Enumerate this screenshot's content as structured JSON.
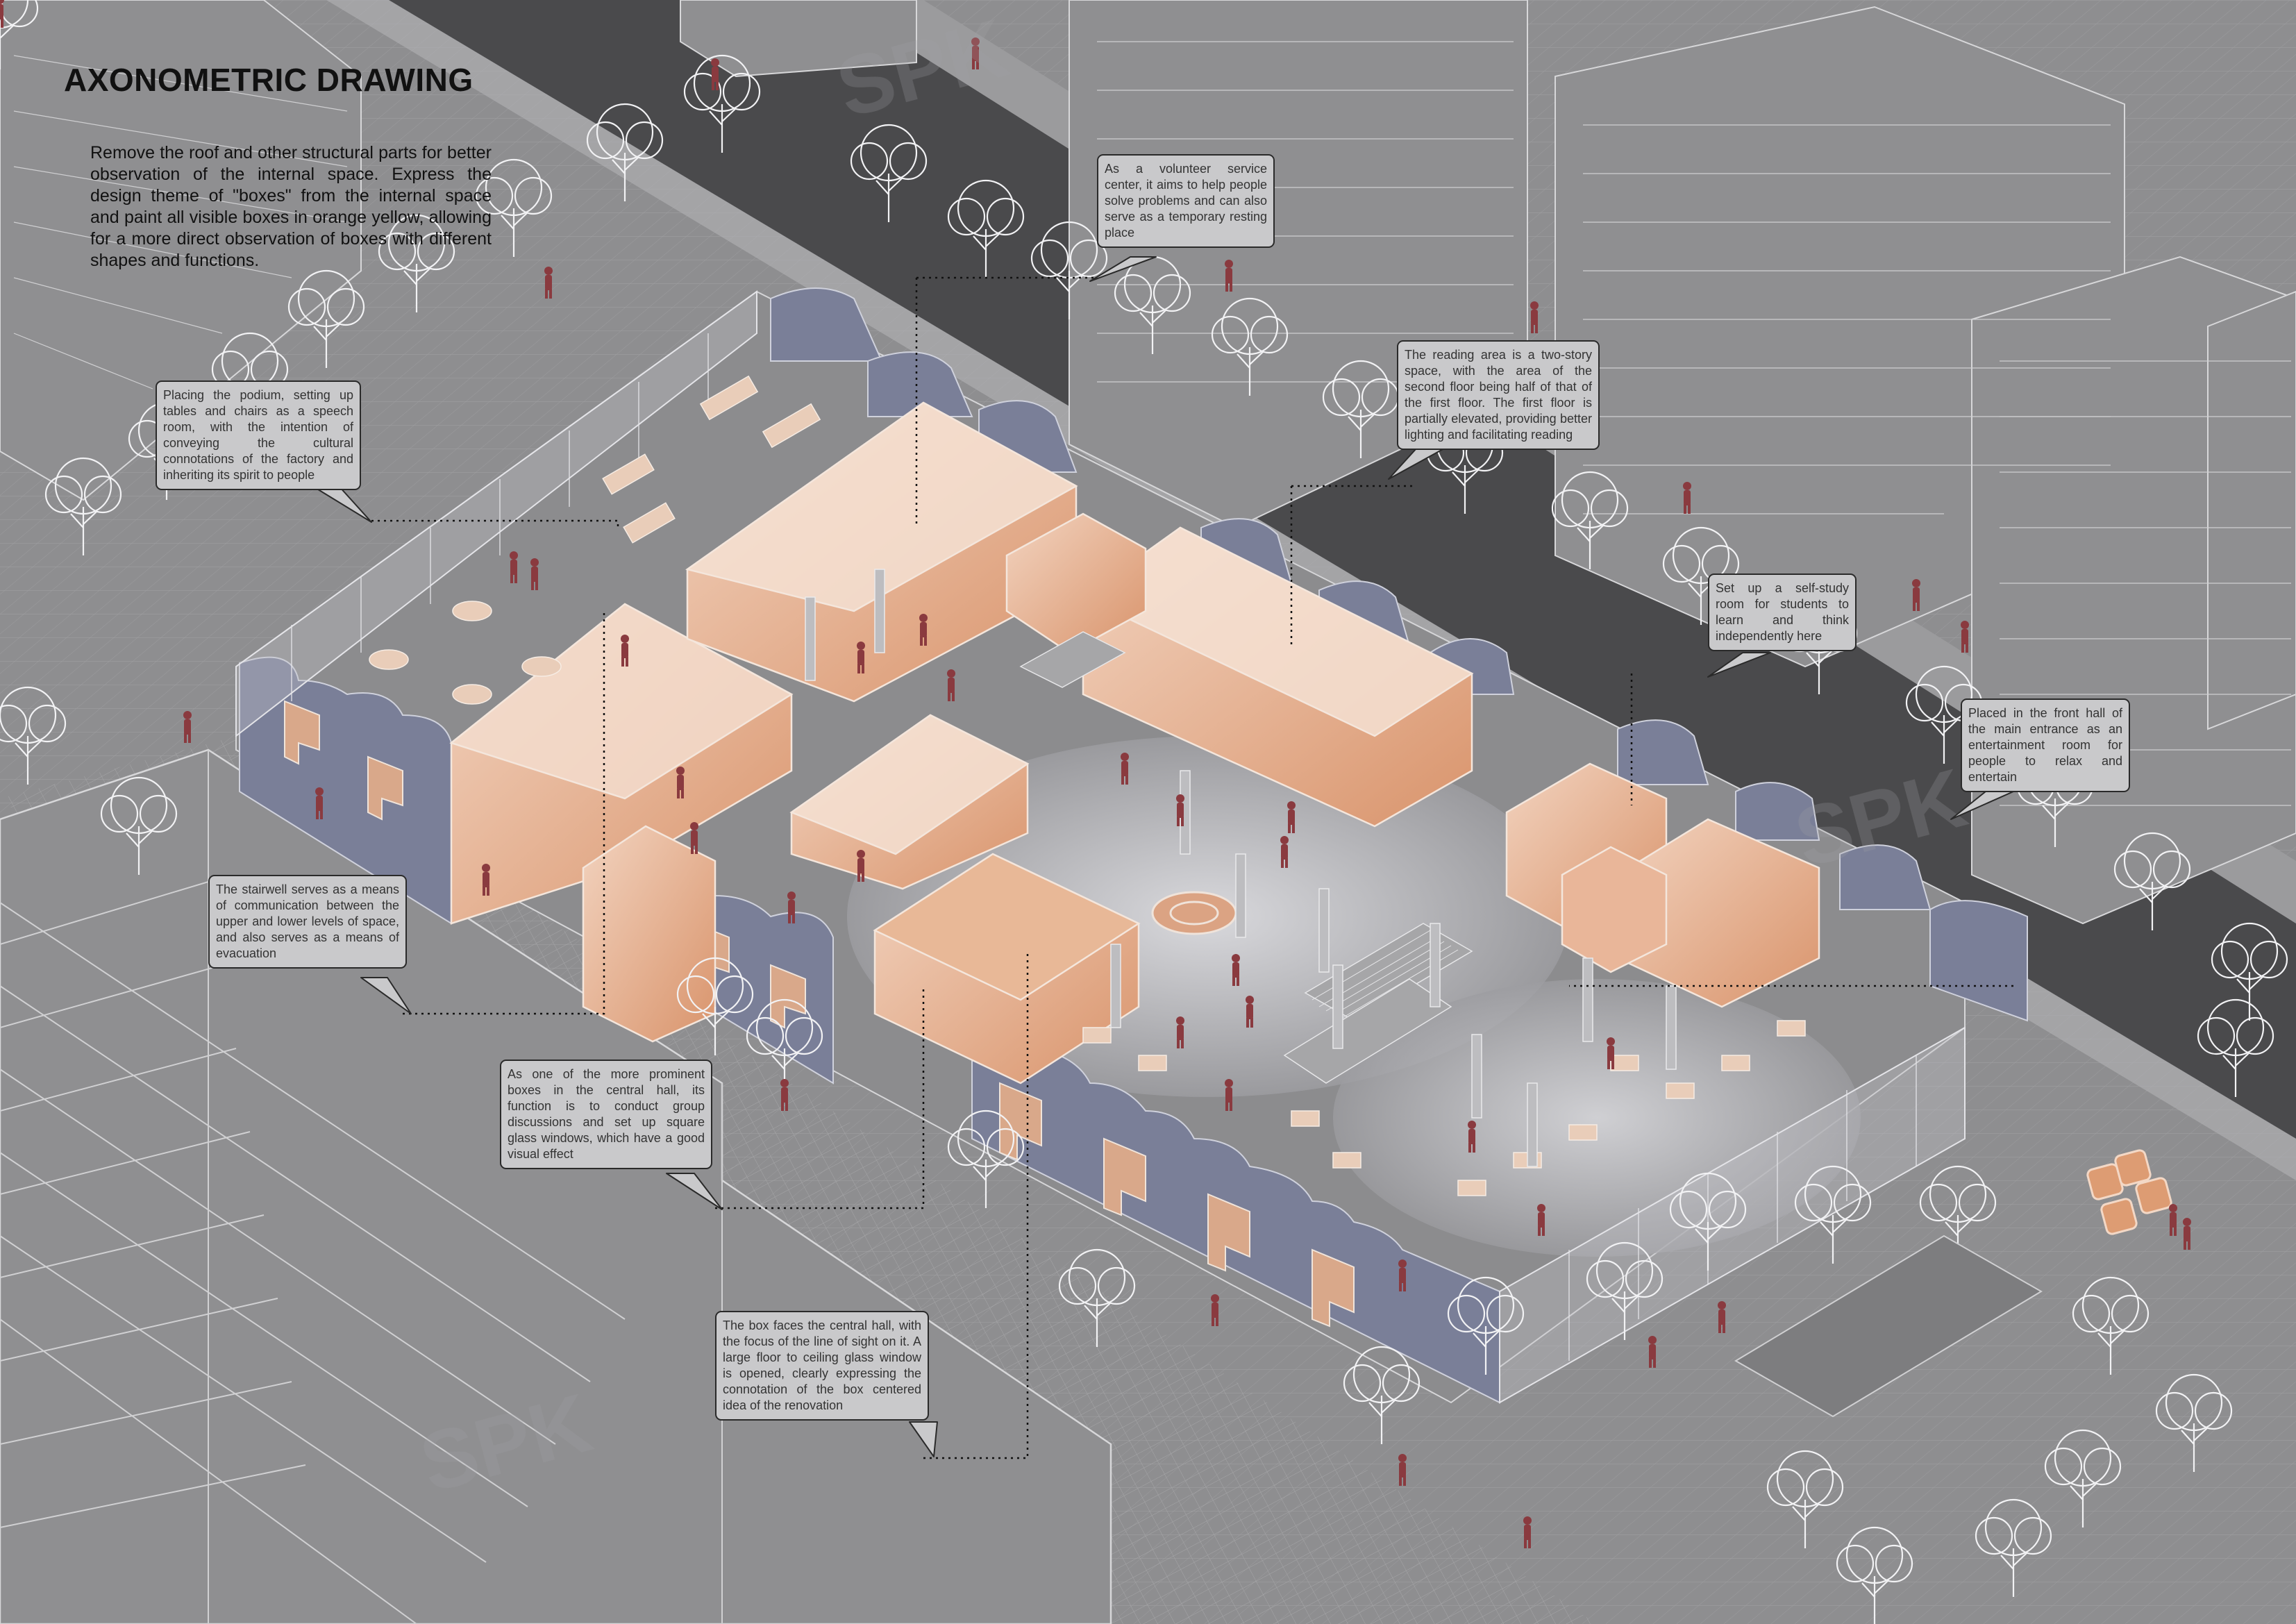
{
  "title": "AXONOMETRIC DRAWING",
  "intro": "Remove the roof and other structural parts for better observation of the internal space. Express the design theme of \"boxes\" from the internal space and paint all visible boxes in orange yellow, allowing for a more direct observation of boxes with different shapes and functions.",
  "callouts": {
    "volunteer": "As a volunteer service center, it aims to help people solve problems and can also serve as a temporary resting place",
    "reading": "The reading area is a two-story space, with the area of the second floor being half of that of the first floor. The first floor is partially elevated, providing better lighting and facilitating reading",
    "speech": "Placing the podium, setting up tables and chairs as a speech room, with the intention of conveying the cultural connotations of the factory and inheriting its spirit to people",
    "selfstudy": "Set up a self-study room for students to learn and think independently here",
    "entertainment": "Placed in the front hall of the main entrance as an entertainment room for people to relax and entertain",
    "stairwell": "The stairwell serves as a means of communication between the upper and lower levels of space, and also serves as a means of evacuation",
    "discussion": "As one of the more prominent boxes in the central hall, its function is to conduct group discussions and set up square glass windows, which have a good visual effect",
    "centralbox": "The box faces the central hall, with the focus of the line of sight on it. A large floor to ceiling glass window is opened, clearly expressing the connotation of the box centered idea of the renovation"
  },
  "colors": {
    "background": "#8e8e90",
    "road": "#4a4a4c",
    "box": "#d9a17e",
    "wall": "#7a7f98",
    "people": "#8a3a3f",
    "linework": "#d8d8d8"
  }
}
